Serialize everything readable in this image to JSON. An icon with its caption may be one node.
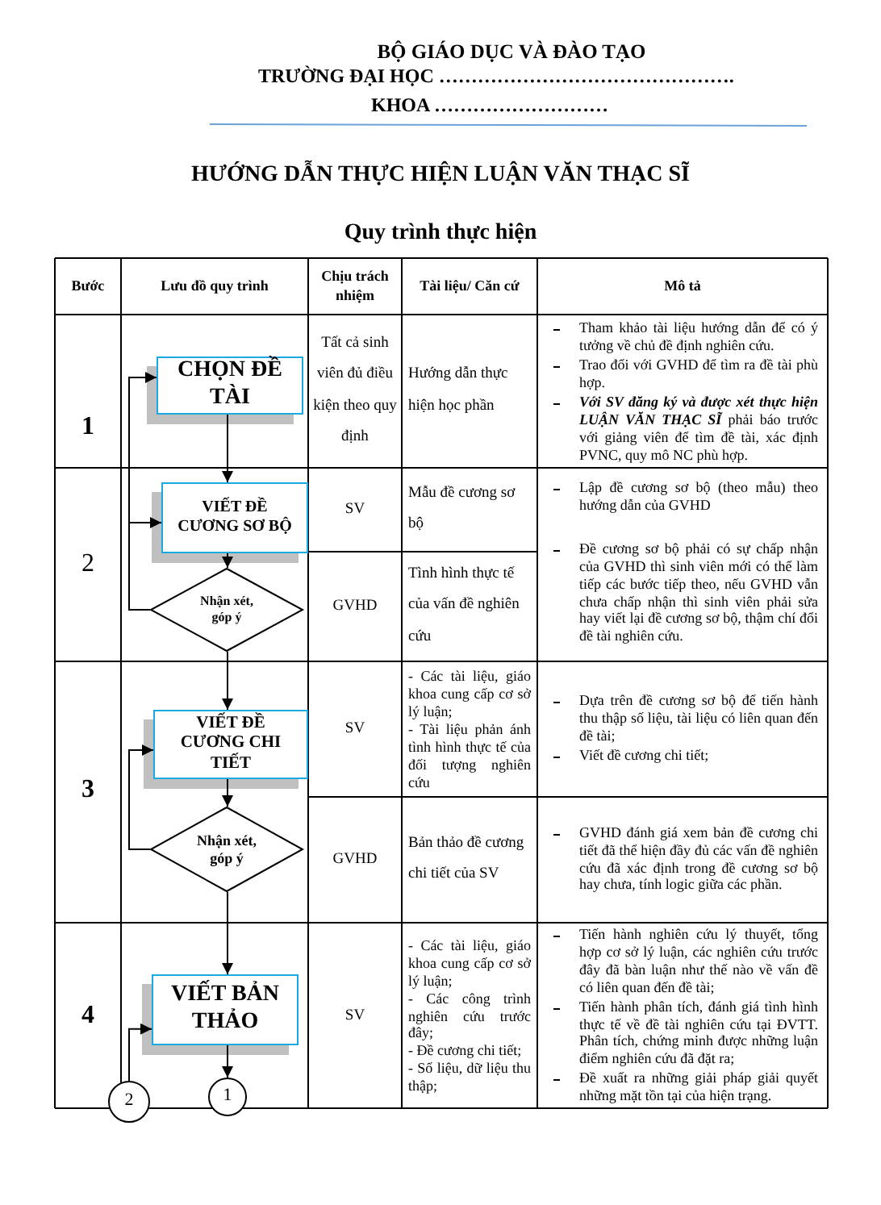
{
  "diagram": {
    "title": "HƯỚNG DẪN THỰC HIỆN LUẬN VĂN THẠC SĨ",
    "nodes": [
      {
        "text": [
          "CHỌN ĐỀ TÀI"
        ]
      },
      {
        "text": [
          "VIẾT ĐỀ CƯƠNG SƠ BỘ"
        ]
      },
      {
        "text": [
          "Nhận xét, góp ý"
        ]
      },
      {
        "text": [
          "VIẾT ĐỀ CƯƠNG CHI TIẾT"
        ]
      },
      {
        "text": [
          "Nhận xét, góp ý"
        ]
      },
      {
        "text": [
          "VIẾT BẢN THẢO"
        ]
      },
      {
        "text": [
          "2"
        ]
      },
      {
        "text": [
          "1"
        ]
      }
    ],
    "edges": [
      {
        "from": 0,
        "to": 1,
        "arrow": "to"
      },
      {
        "from": 1,
        "to": 2,
        "arrow": "to"
      },
      {
        "from": 2,
        "to": 0,
        "arrow": "to"
      },
      {
        "from": 2,
        "to": 1,
        "arrow": "to"
      },
      {
        "from": 2,
        "to": 3,
        "arrow": "to"
      },
      {
        "from": 3,
        "to": 4,
        "arrow": "to"
      },
      {
        "from": 4,
        "to": 3,
        "arrow": "to"
      },
      {
        "from": 4,
        "to": 5,
        "arrow": "to"
      },
      {
        "from": 5,
        "to": 7,
        "arrow": "to"
      },
      {
        "from": 6,
        "to": 5,
        "arrow": "to"
      }
    ],
    "labels": [
      "BỘ GIÁO DỤC VÀ ĐÀO TẠO",
      "TRƯỜNG ĐẠI HỌC ……………………………………….",
      "KHOA ………………………",
      "Quy trình thực hiện",
      "Bước",
      "Lưu đồ quy trình",
      "Chịu trách nhiệm",
      "Tài liệu/ Căn cứ",
      "Mô tả",
      "1",
      "Tất cả sinh viên đủ điều kiện theo quy định",
      "Hướng dẫn thực hiện học phần",
      "Tham khảo tài liệu hướng dẫn để có ý tưởng về chủ đề định nghiên cứu.",
      "Trao đổi với GVHD để tìm ra đề tài phù hợp.",
      "**Với SV đăng ký và được xét thực hiện LUẬN VĂN THẠC SĨ** phải báo trước với giảng viên để tìm đề tài, xác định PVNC, quy mô NC phù hợp.",
      "2",
      "SV",
      "Mẫu đề cương sơ bộ",
      "Lập đề cương sơ bộ (theo mẫu) theo hướng dẫn của GVHD",
      "GVHD",
      "Tình hình thực tế của vấn đề nghiên cứu",
      "Đề cương sơ bộ phải có sự chấp nhận của GVHD thì sinh viên mới có thể làm tiếp các bước tiếp theo, nếu GVHD vẫn chưa chấp nhận thì sinh viên phải sửa hay viết lại đề cương sơ bộ, thậm chí đổi đề tài nghiên cứu.",
      "3",
      "SV",
      "- Các tài liệu, giáo khoa cung cấp cơ sở lý luận;",
      "- Tài liệu phản ánh tình hình thực tế của đối tượng nghiên cứu",
      "Dựa trên đề cương sơ bộ để tiến hành thu thập số liệu, tài liệu có liên quan đến đề tài;",
      "Viết đề cương chi tiết;",
      "GVHD",
      "Bản thảo đề cương chi tiết của SV",
      "GVHD đánh giá xem bản đề cương chi tiết đã thể hiện đầy đủ các vấn đề nghiên cứu đã xác định trong đề cương sơ bộ hay chưa, tính logic giữa các phần.",
      "4",
      "SV",
      "- Các tài liệu, giáo khoa cung cấp cơ sở lý luận;",
      "- Các công trình nghiên cứu trước đây;",
      "- Đề cương chi tiết;",
      "- Số liệu, dữ liệu thu thập;",
      "Tiến hành nghiên cứu lý thuyết, tổng hợp cơ sở lý luận, các nghiên cứu trước đây đã bàn luận như thế nào về vấn đề có liên quan đến đề tài;",
      "Tiến hành phân tích, đánh giá tình hình thực tế về đề tài nghiên cứu tại ĐVTT. Phân tích, chứng minh được những luận điểm nghiên cứu đã đặt ra;",
      "Đề xuất ra những giải pháp giải quyết những mặt tồn tại của hiện trạng."
    ]
  }
}
